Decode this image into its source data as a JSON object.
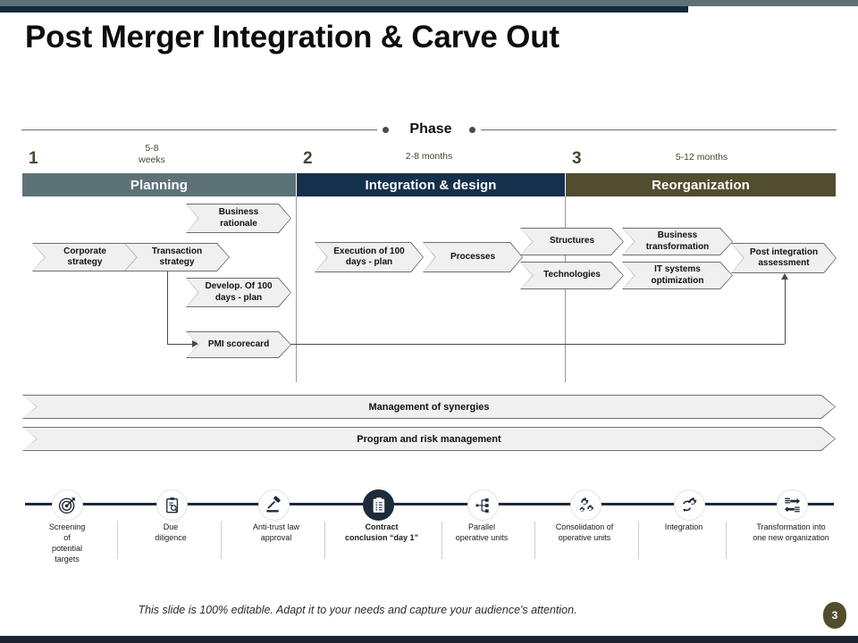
{
  "slide": {
    "title": "Post Merger Integration & Carve Out",
    "footer_note": "This slide is 100% editable. Adapt it to your needs and capture your audience's attention.",
    "page_number": "3",
    "accent_teal": "#5d7277",
    "accent_navy": "#15304c",
    "accent_olive": "#514d2e",
    "chevron_fill": "#f0f0f0",
    "chevron_stroke": "#6e6e6e",
    "timeline_color": "#1d2b3a"
  },
  "phase_header": {
    "label": "Phase"
  },
  "phases": [
    {
      "number": "1",
      "duration": "5-8\nweeks",
      "duration_line1": "5-8",
      "duration_line2": "weeks",
      "name": "Planning",
      "color": "#5d7277"
    },
    {
      "number": "2",
      "duration": "2-8 months",
      "duration_line1": "2-8 months",
      "duration_line2": "",
      "name": "Integration & design",
      "color": "#15304c"
    },
    {
      "number": "3",
      "duration": "5-12 months",
      "duration_line1": "5-12 months",
      "duration_line2": "",
      "name": "Reorganization",
      "color": "#514d2e"
    }
  ],
  "chevrons": {
    "corporate_strategy": "Corporate\nstrategy",
    "corporate_strategy_l1": "Corporate",
    "corporate_strategy_l2": "strategy",
    "transaction_strategy_l1": "Transaction",
    "transaction_strategy_l2": "strategy",
    "business_rationale_l1": "Business",
    "business_rationale_l2": "rationale",
    "develop_100_l1": "Develop. Of 100",
    "develop_100_l2": "days - plan",
    "pmi_scorecard": "PMI scorecard",
    "execution_100_l1": "Execution of 100",
    "execution_100_l2": "days - plan",
    "processes": "Processes",
    "structures": "Structures",
    "technologies": "Technologies",
    "business_transformation_l1": "Business",
    "business_transformation_l2": "transformation",
    "it_systems_l1": "IT systems",
    "it_systems_l2": "optimization",
    "post_integration_l1": "Post integration",
    "post_integration_l2": "assessment"
  },
  "bands": [
    {
      "label": "Management of synergies"
    },
    {
      "label": "Program and risk management"
    }
  ],
  "timeline": [
    {
      "icon": "target-icon",
      "label_lines": [
        "Screening",
        "of",
        "potential",
        "targets"
      ],
      "filled": false,
      "bold": false
    },
    {
      "icon": "clipboard-search-icon",
      "label_lines": [
        "Due",
        "diligence"
      ],
      "filled": false,
      "bold": false
    },
    {
      "icon": "gavel-icon",
      "label_lines": [
        "Anti-trust law",
        "approval"
      ],
      "filled": false,
      "bold": false
    },
    {
      "icon": "contract-clipboard-icon",
      "label_lines": [
        "Contract",
        "conclusion “day 1”"
      ],
      "filled": true,
      "bold": true
    },
    {
      "icon": "org-nodes-icon",
      "label_lines": [
        "Parallel",
        "operative units"
      ],
      "filled": false,
      "bold": false
    },
    {
      "icon": "gears-icon",
      "label_lines": [
        "Consolidation  of",
        "operative units"
      ],
      "filled": false,
      "bold": false
    },
    {
      "icon": "gear-arrows-icon",
      "label_lines": [
        "Integration"
      ],
      "filled": false,
      "bold": false
    },
    {
      "icon": "merge-arrows-icon",
      "label_lines": [
        "Transformation into",
        "one new organization"
      ],
      "filled": false,
      "bold": false
    }
  ]
}
